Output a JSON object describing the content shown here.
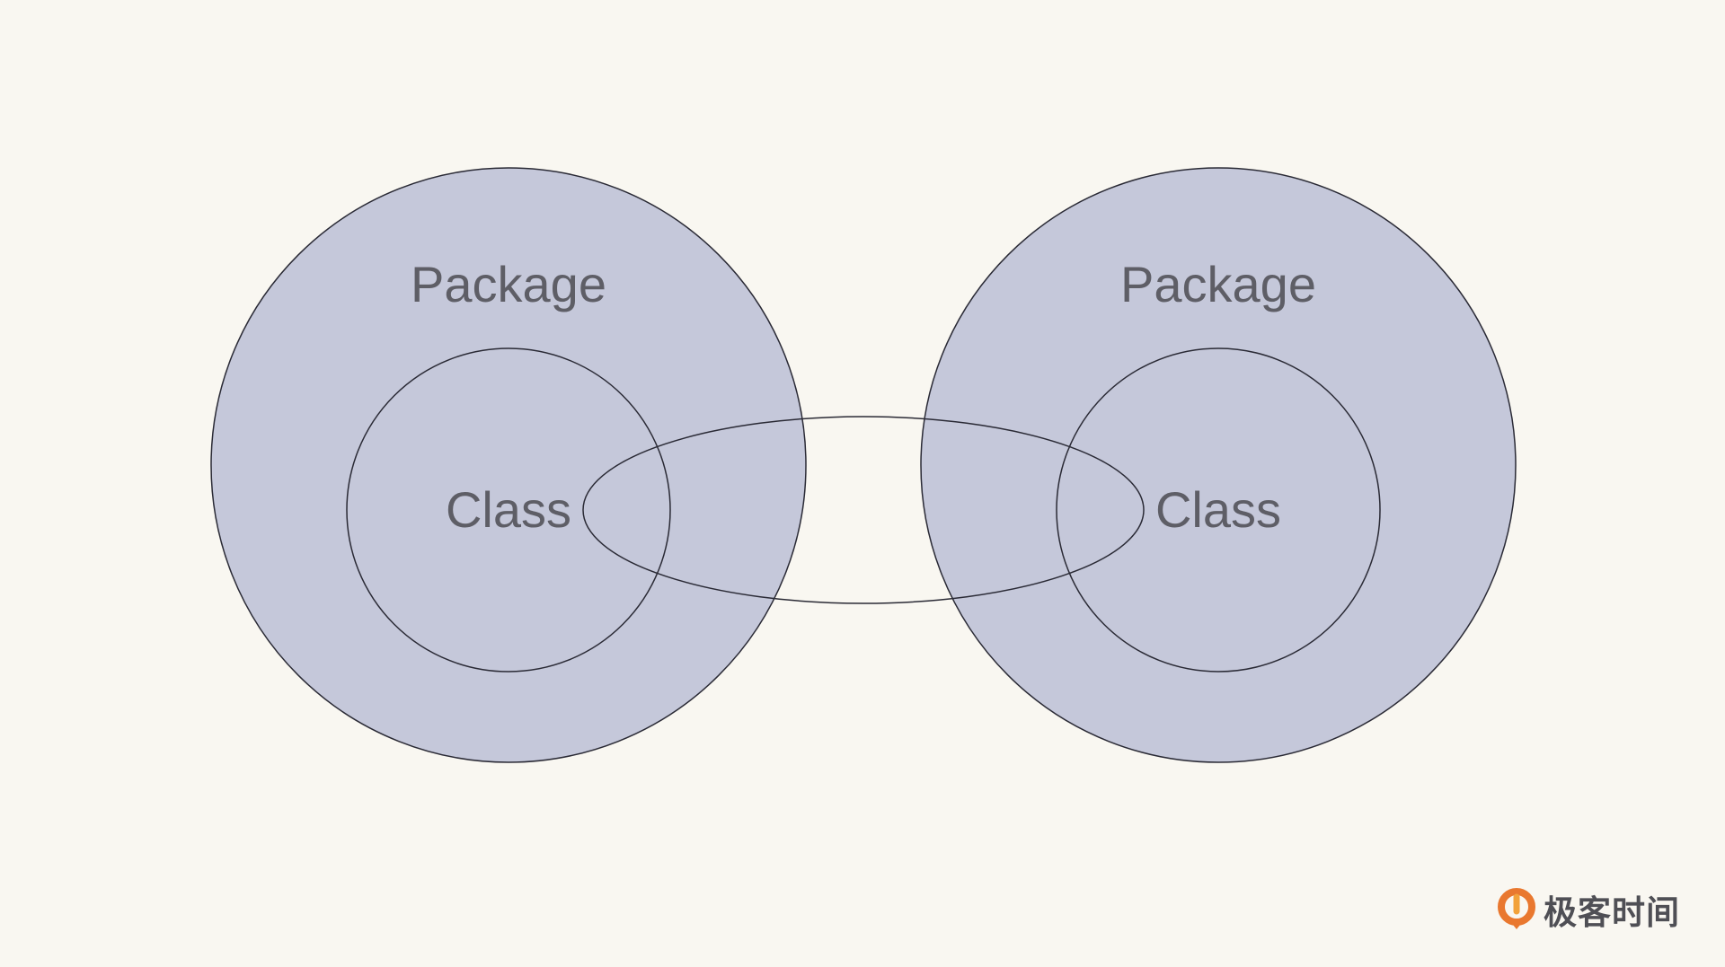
{
  "diagram": {
    "left_package": {
      "package_label": "Package",
      "class_label": "Class"
    },
    "right_package": {
      "package_label": "Package",
      "class_label": "Class"
    }
  },
  "colors": {
    "background": "#f9f7f1",
    "package_fill": "#c5c8da",
    "stroke": "#2a2a35",
    "label": "#5e5e66",
    "logo_orange": "#e9782f"
  },
  "brand": {
    "text": "极客时间",
    "icon": "geektime-logo-icon"
  }
}
